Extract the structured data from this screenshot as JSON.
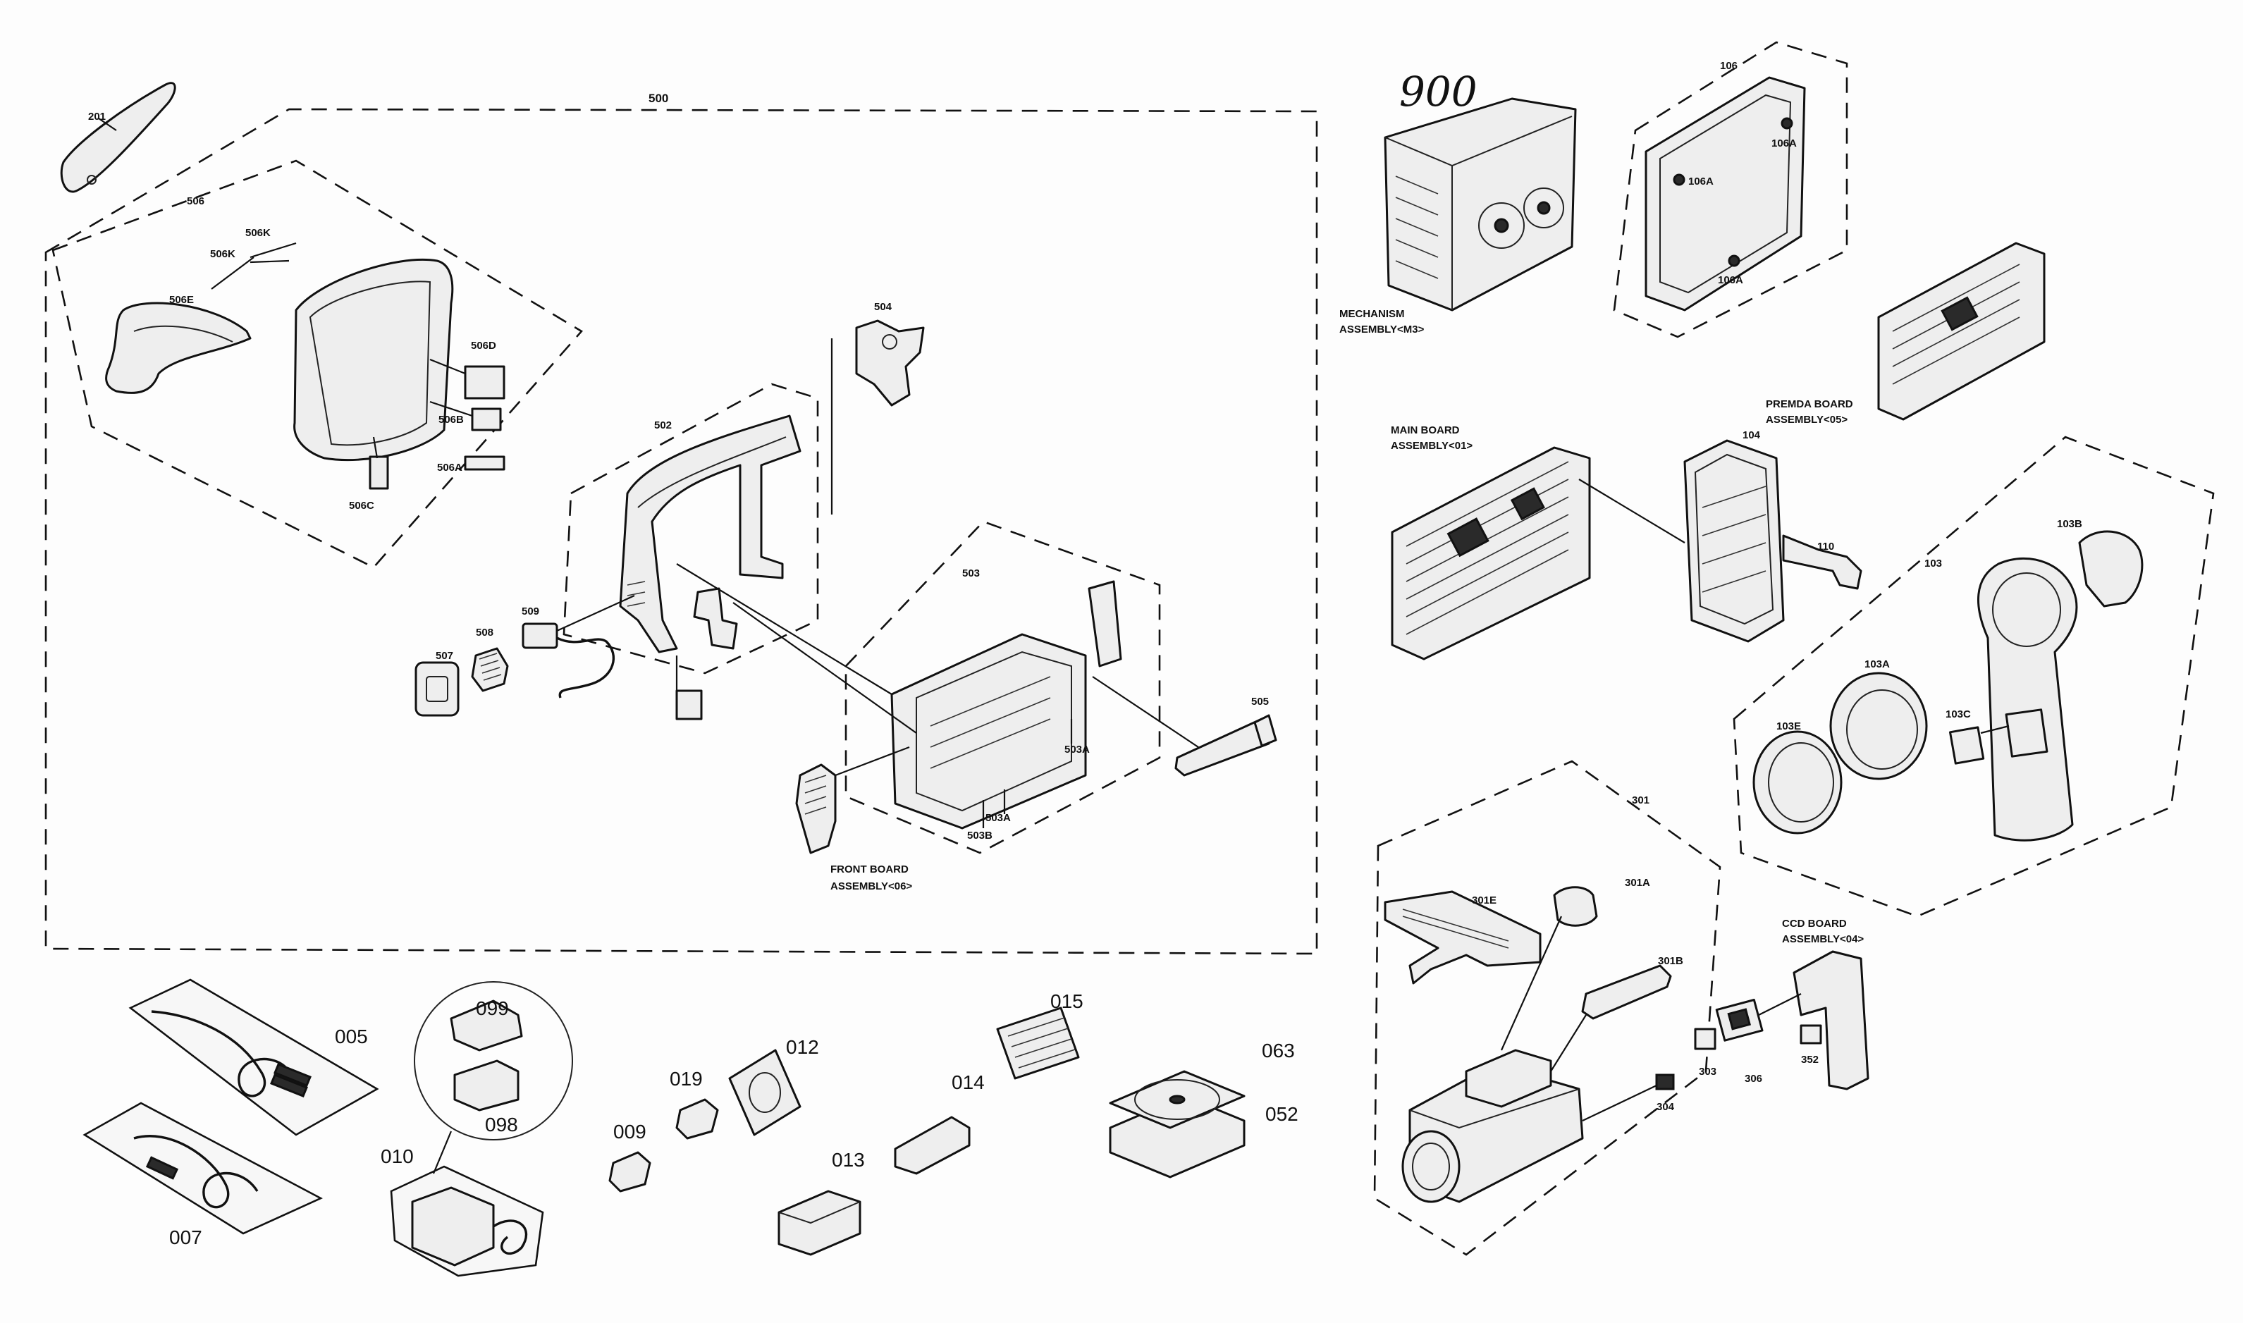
{
  "diagram": {
    "type": "exploded-parts-view",
    "handwritten_ref": "900",
    "groups": [
      {
        "ref": "500",
        "label": "500"
      },
      {
        "ref": "506",
        "label": "506"
      },
      {
        "ref": "502",
        "label": "502"
      },
      {
        "ref": "503",
        "label": "503"
      },
      {
        "ref": "106",
        "label": "106"
      },
      {
        "ref": "103",
        "label": "103"
      },
      {
        "ref": "301",
        "label": "301"
      }
    ],
    "assemblies": {
      "mechanism": [
        "MECHANISM",
        "ASSEMBLY<M3>"
      ],
      "premda": [
        "PREMDA BOARD",
        "ASSEMBLY<05>"
      ],
      "main": [
        "MAIN BOARD",
        "ASSEMBLY<01>"
      ],
      "front": [
        "FRONT BOARD",
        "ASSEMBLY<06>"
      ],
      "ccd": [
        "CCD BOARD",
        "ASSEMBLY<04>"
      ]
    },
    "part_labels": {
      "p201": "201",
      "p506K_a": "506K",
      "p506K_b": "506K",
      "p506E": "506E",
      "p506D": "506D",
      "p506B": "506B",
      "p506A": "506A",
      "p506C": "506C",
      "p504": "504",
      "p509": "509",
      "p508": "508",
      "p507": "507",
      "p505": "505",
      "p503A_a": "503A",
      "p503A_b": "503A",
      "p503B": "503B",
      "p106A_a": "106A",
      "p106A_b": "106A",
      "p106A_c": "106A",
      "p104": "104",
      "p110": "110",
      "p103B": "103B",
      "p103A": "103A",
      "p103C": "103C",
      "p103E": "103E",
      "p301E": "301E",
      "p301A": "301A",
      "p301B": "301B",
      "p303": "303",
      "p306": "306",
      "p352": "352",
      "p304": "304"
    },
    "accessories": {
      "a005": "005",
      "a007": "007",
      "a099": "099",
      "a098": "098",
      "a010": "010",
      "a019": "019",
      "a009": "009",
      "a012": "012",
      "a015": "015",
      "a014": "014",
      "a013": "013",
      "a063": "063",
      "a052": "052"
    }
  }
}
